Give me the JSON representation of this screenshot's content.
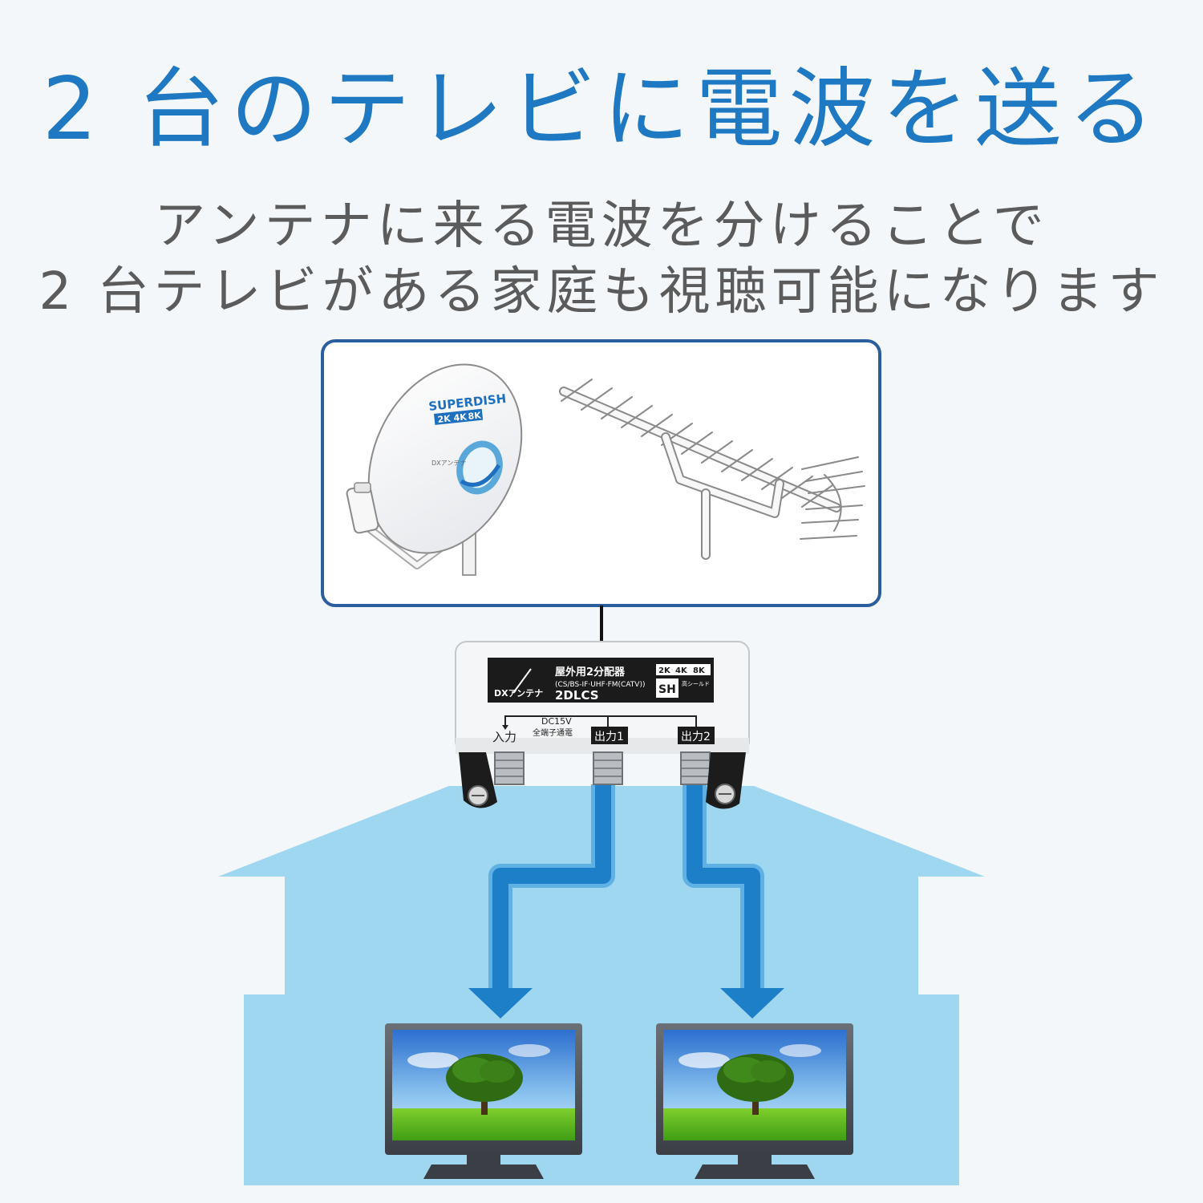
{
  "headline": "2 台のテレビに電波を送る",
  "subtext": {
    "line1": "アンテナに来る電波を分けることで",
    "line2": "2 台テレビがある家庭も視聴可能になります"
  },
  "dish": {
    "brand_logo": "SUPERDISH",
    "resolution_badges": [
      "2K",
      "4K",
      "8K"
    ],
    "maker_label": "DXアンテナ"
  },
  "splitter": {
    "product_name": "屋外用2分配器",
    "bands": "(CS/BS-IF·UHF·FM(CATV))",
    "model": "2DLCS",
    "maker": "DXアンテナ",
    "badges": [
      "2K",
      "4K",
      "8K"
    ],
    "shield_badge": "SH",
    "shield_note": "高シールド",
    "power_label": "DC15V",
    "power_note": "全端子通電",
    "input_label": "入力",
    "output1_label": "出力1",
    "output2_label": "出力2"
  },
  "colors": {
    "headline_blue": "#1f78c2",
    "house_blue": "#9fd7f1",
    "arrow_blue": "#1e7fc9",
    "frame_blue": "#2b5e9c"
  }
}
